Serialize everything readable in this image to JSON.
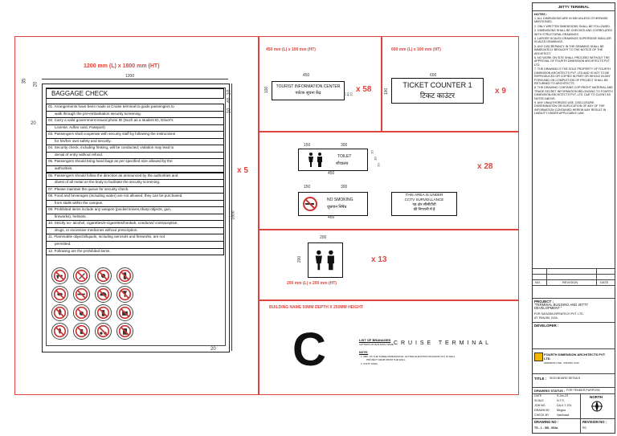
{
  "sheet": {
    "left_title": "1200 mm (L) x 1800 mm (HT)",
    "qty_left": "x 5",
    "dims": {
      "top": "1200",
      "side": "1800",
      "bottom": "20",
      "d35": "35",
      "d20a": "20",
      "d20b": "20",
      "d10a": "10",
      "d40": "40",
      "d10b": "10"
    },
    "baggage_title": "BAGGAGE CHECK",
    "rules": [
      "01. Arrangements have been made at Cruise terminal to guide passengers to",
      "walk through the pre-embarkation security screening.",
      "02. Carry a valid government issued photo ID (Such as a student ID, Driver's",
      "License, Adhar card, Passport)",
      "03. Passengers shall cooperate with security staff by following the instructions",
      "for his/her own safety and security.",
      "04. Security check, including frisking, will be conducted; violation may lead to",
      "denial of entry without refund.",
      "05. Passengers should bring hand bags as per specified size allowed by the",
      "authorities.",
      "06. Passengers should follow the direction as announced by the authorities and",
      "divest of all metal on the body to facilitate the security screening.",
      "07. Please maintain the queue for security check.",
      "08. Food and beverages (including water) are not allowed, they can be purchased",
      "from stalls within the campus.",
      "09. Prohibited items include any weapon (pocket knives,sharp objects, gun,",
      "fireworks), helmets.",
      "10. Strictly no- alcohol, cigarettes/e-cigarettes/hookah, condoms/ contraceptive,",
      "drugs, or excessive medicines without prescription.",
      "11. Flammable objects/liquids, including aerosols and fireworks, are not",
      "permitted.",
      "12. Following are the prohibited items."
    ]
  },
  "sign_tourist": {
    "title": "450 mm (L) x 100 mm (HT)",
    "en": "TOURIST INFORMATION CENTER",
    "hi": "पर्यटक सूचना केंद्र",
    "qty": "x 58",
    "w": "450",
    "h": "100",
    "d20a": "20",
    "d20b": "20",
    "d40": "40"
  },
  "sign_ticket": {
    "title": "600 mm (L) x 100 mm (HT)",
    "en": "TICKET COUNTER 1",
    "hi": "टिकट काउंटर",
    "qty": "x 9",
    "w": "600",
    "h": "100"
  },
  "sign_toilet": {
    "en": "TOILET",
    "hi": "शौचालय",
    "w1": "150",
    "w2": "300",
    "w": "450",
    "d20a": "20",
    "d30": "30",
    "d20b": "20",
    "qty": "x 28"
  },
  "sign_smoking": {
    "en": "NO SMOKING",
    "hi": "धूम्रपान निषेध",
    "w1": "150",
    "w2": "300",
    "w": "450"
  },
  "sign_cctv": {
    "l1": "THIS AREA IS UNDER",
    "l2": "CCTV SURVEILLANCE",
    "l3": "यह क्षेत्र सीसीटीवी",
    "l4": "की निगरानी में है"
  },
  "sign_small": {
    "title": "200 mm (L) x 200 mm (HT)",
    "w": "200",
    "h": "200",
    "qty": "x 13"
  },
  "building": {
    "title": "BUILDING NAME 50MM DEPTH X 250MM HEIGHT",
    "letter": "C",
    "list_title": "LIST OF BRANAGES",
    "list_line": "LETTERS OF BUILDING NAME",
    "name": "C R U I S E   T E R M I N A L",
    "notes_title": "NOTE:",
    "note1": "1.  REF. OF THE THREE DIMENSIONAL LETTER ELEVATION DIAGRAM (ST) IS WALL",
    "note1b": "PROJECT GRAB FROM THE WALL",
    "note2": "2.  FONT: ARIAL"
  },
  "titleblock": {
    "header": "JETTY TERMINAL",
    "notes_title": "NOTES :",
    "notes": [
      "1. ALL DIMENSIONS ARE IN MM UNLESS OTHERWISE MENTIONED.",
      "2. ONLY WRITTEN DIMENSIONS SHALL BE FOLLOWED.",
      "3. DIMENSIONS SHALL BE CHECKED AND CORRELATED WITH STRUCTURAL DRAWINGS.",
      "4. LARGER SCALED DRAWINGS SUPERSEDE SMALLER SCALED DRAWINGS.",
      "5. ANY DISCREPANCY IN THE DRAWING SHALL BE IMMEDIATELY BROUGHT TO THE NOTICE OF THE ARCHITECT.",
      "6. NO WORK ON SITE SHALL PROCEED WITHOUT THE APPROVAL OF FOURTH DIMENSION ARCHITECTS PVT. LTD.",
      "7. THE DRAWING IS THE SOLE PROPERTY OF FOURTH DIMENSION ARCHITECTS PVT. LTD AND IS NOT TO BE REPRODUCED OR COPIED IN PART OR WHOLE IN ANY FORM AND ON COMPLETION OF PROJECT SHALL BE RETURNED TO ARCHITECTS.",
      "8. THE DRAWING CONTAINS COPYRIGHT MATERIAL AND TRADE SECRET INFORMATION BELONGING TO FOURTH DIMENSION ARCHITECTS PVT. LTD. DUE TO CLIENT AS NOTED ABOVE.",
      "9. ANY UNAUTHORIZED USE, DISCLOSURE DISSEMINATION OR DUPLICATION OF ANY OF THE INFORMATION CONTAINED HEREIN MAY RESULT IN LIABILITY UNDER APPLICABLE LAW."
    ],
    "rev_no": "NO.",
    "rev": "REVISION",
    "rev_date": "DATE",
    "project_label": "PROJECT :",
    "project": "\"TERMINAL BUILDING AND JETTY DEVELOPMENT \"",
    "project2": "FOR SAGARA INFRATECH PVT. LTD.",
    "project3": "AT. PANJIM, GOA.",
    "developer_label": "DEVELOPER :",
    "architect": "FOURTH DIMENSION ARCHITECTS PVT. LTD.",
    "architect_addr": "ADDRESS LINE - PANJIM, GOA",
    "title_label": "TITLE :",
    "title": "SIGN BOARD DETAILS",
    "status_label": "DRAWING STATUS :",
    "status": "FOR TENDER PURPOSE",
    "rows": [
      [
        "DATE",
        "9-Jun-23"
      ],
      [
        "SCALE",
        "N.T.S."
      ],
      [
        "JOB NO.",
        "DA-II-7-221"
      ],
      [
        "DRAWN BY",
        "Megha"
      ],
      [
        "CHECK BY",
        "Vaishnavi"
      ]
    ],
    "north": "NORTH",
    "drawing_no_label": "DRAWING NO :",
    "drawing_no": "TS - 1 - SB - 002a",
    "revision_no_label": "REVISION NO :",
    "revision_no": "R0"
  },
  "colors": {
    "accent": "#e0443e",
    "ink": "#111111",
    "bg": "#ffffff"
  }
}
